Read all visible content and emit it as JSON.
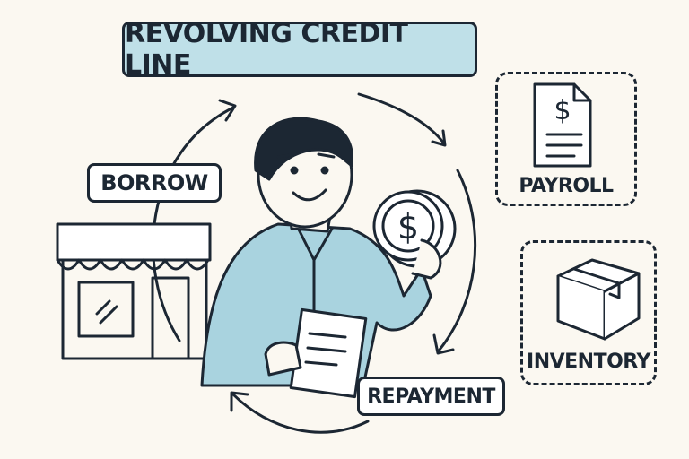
{
  "title": "REVOLVING CREDIT LINE",
  "labels": {
    "borrow": "BORROW",
    "repayment": "REPAYMENT",
    "payroll": "PAYROLL",
    "inventory": "INVENTORY"
  },
  "coin_symbol": "$",
  "payroll_symbol": "$",
  "colors": {
    "background": "#fbf8f1",
    "accent": "#bfe0e8",
    "ink": "#1c2733",
    "shirt": "#a9d3df"
  }
}
